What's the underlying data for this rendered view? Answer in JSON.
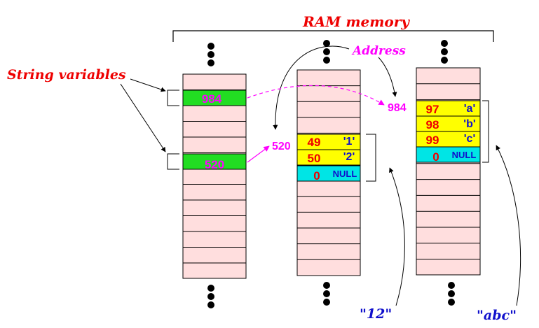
{
  "title": "RAM memory",
  "labels": {
    "string_variables": "String variables",
    "address": "Address",
    "string_12": "\"12\"",
    "string_abc": "\"abc\""
  },
  "pointers": {
    "var1_value": "984",
    "var2_value": "520",
    "addr_520": "520",
    "addr_984": "984"
  },
  "string_12": [
    {
      "code": "49",
      "char": "'1'"
    },
    {
      "code": "50",
      "char": "'2'"
    },
    {
      "code": "0",
      "char": "NULL"
    }
  ],
  "string_abc": [
    {
      "code": "97",
      "char": "'a'"
    },
    {
      "code": "98",
      "char": "'b'"
    },
    {
      "code": "99",
      "char": "'c'"
    },
    {
      "code": "0",
      "char": "NULL"
    }
  ],
  "colors": {
    "cell_bg": "#ffdede",
    "pointer_cell": "#22dd22",
    "char_cell": "#ffff00",
    "null_cell": "#00e5e5",
    "red_text": "#ee0000",
    "magenta": "#ff00ff",
    "blue_text": "#1010cc",
    "green_text": "#00aa00"
  }
}
